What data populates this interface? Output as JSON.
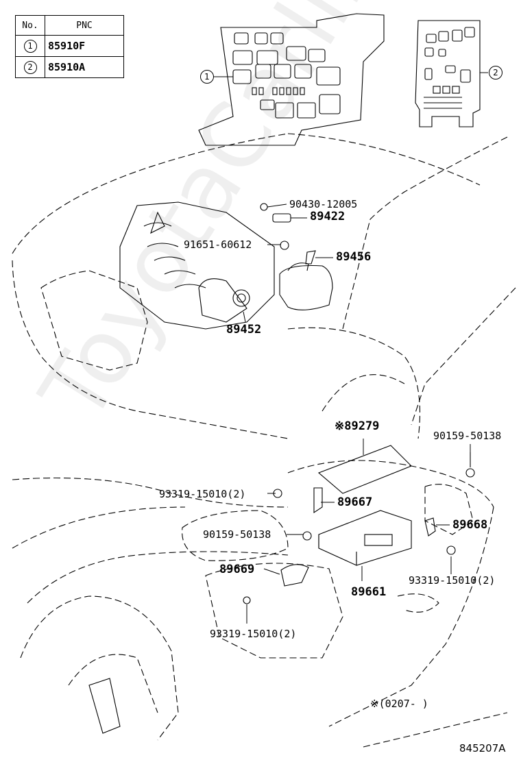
{
  "pnc_table": {
    "header_no": "No.",
    "header_pnc": "PNC",
    "rows": [
      {
        "num": "1",
        "pnc": "85910F"
      },
      {
        "num": "2",
        "pnc": "85910A"
      }
    ]
  },
  "callouts": {
    "fuse_box_1": "1",
    "fuse_box_2": "2"
  },
  "parts": {
    "p90430": "90430-12005",
    "p89422": "89422",
    "p91651": "91651-60612",
    "p89456": "89456",
    "p89452": "89452",
    "p89279": "※89279",
    "p90159_a": "90159-50138",
    "p93319_a": "93319-15010(2)",
    "p89667": "89667",
    "p90159_b": "90159-50138",
    "p89668": "89668",
    "p89669": "89669",
    "p93319_b": "93319-15010(2)",
    "p89661": "89661",
    "p93319_c": "93319-15010(2)"
  },
  "footnote": "※(0207-    )",
  "diagram_id": "845207A",
  "watermark": "ToyotaCarline.ru"
}
